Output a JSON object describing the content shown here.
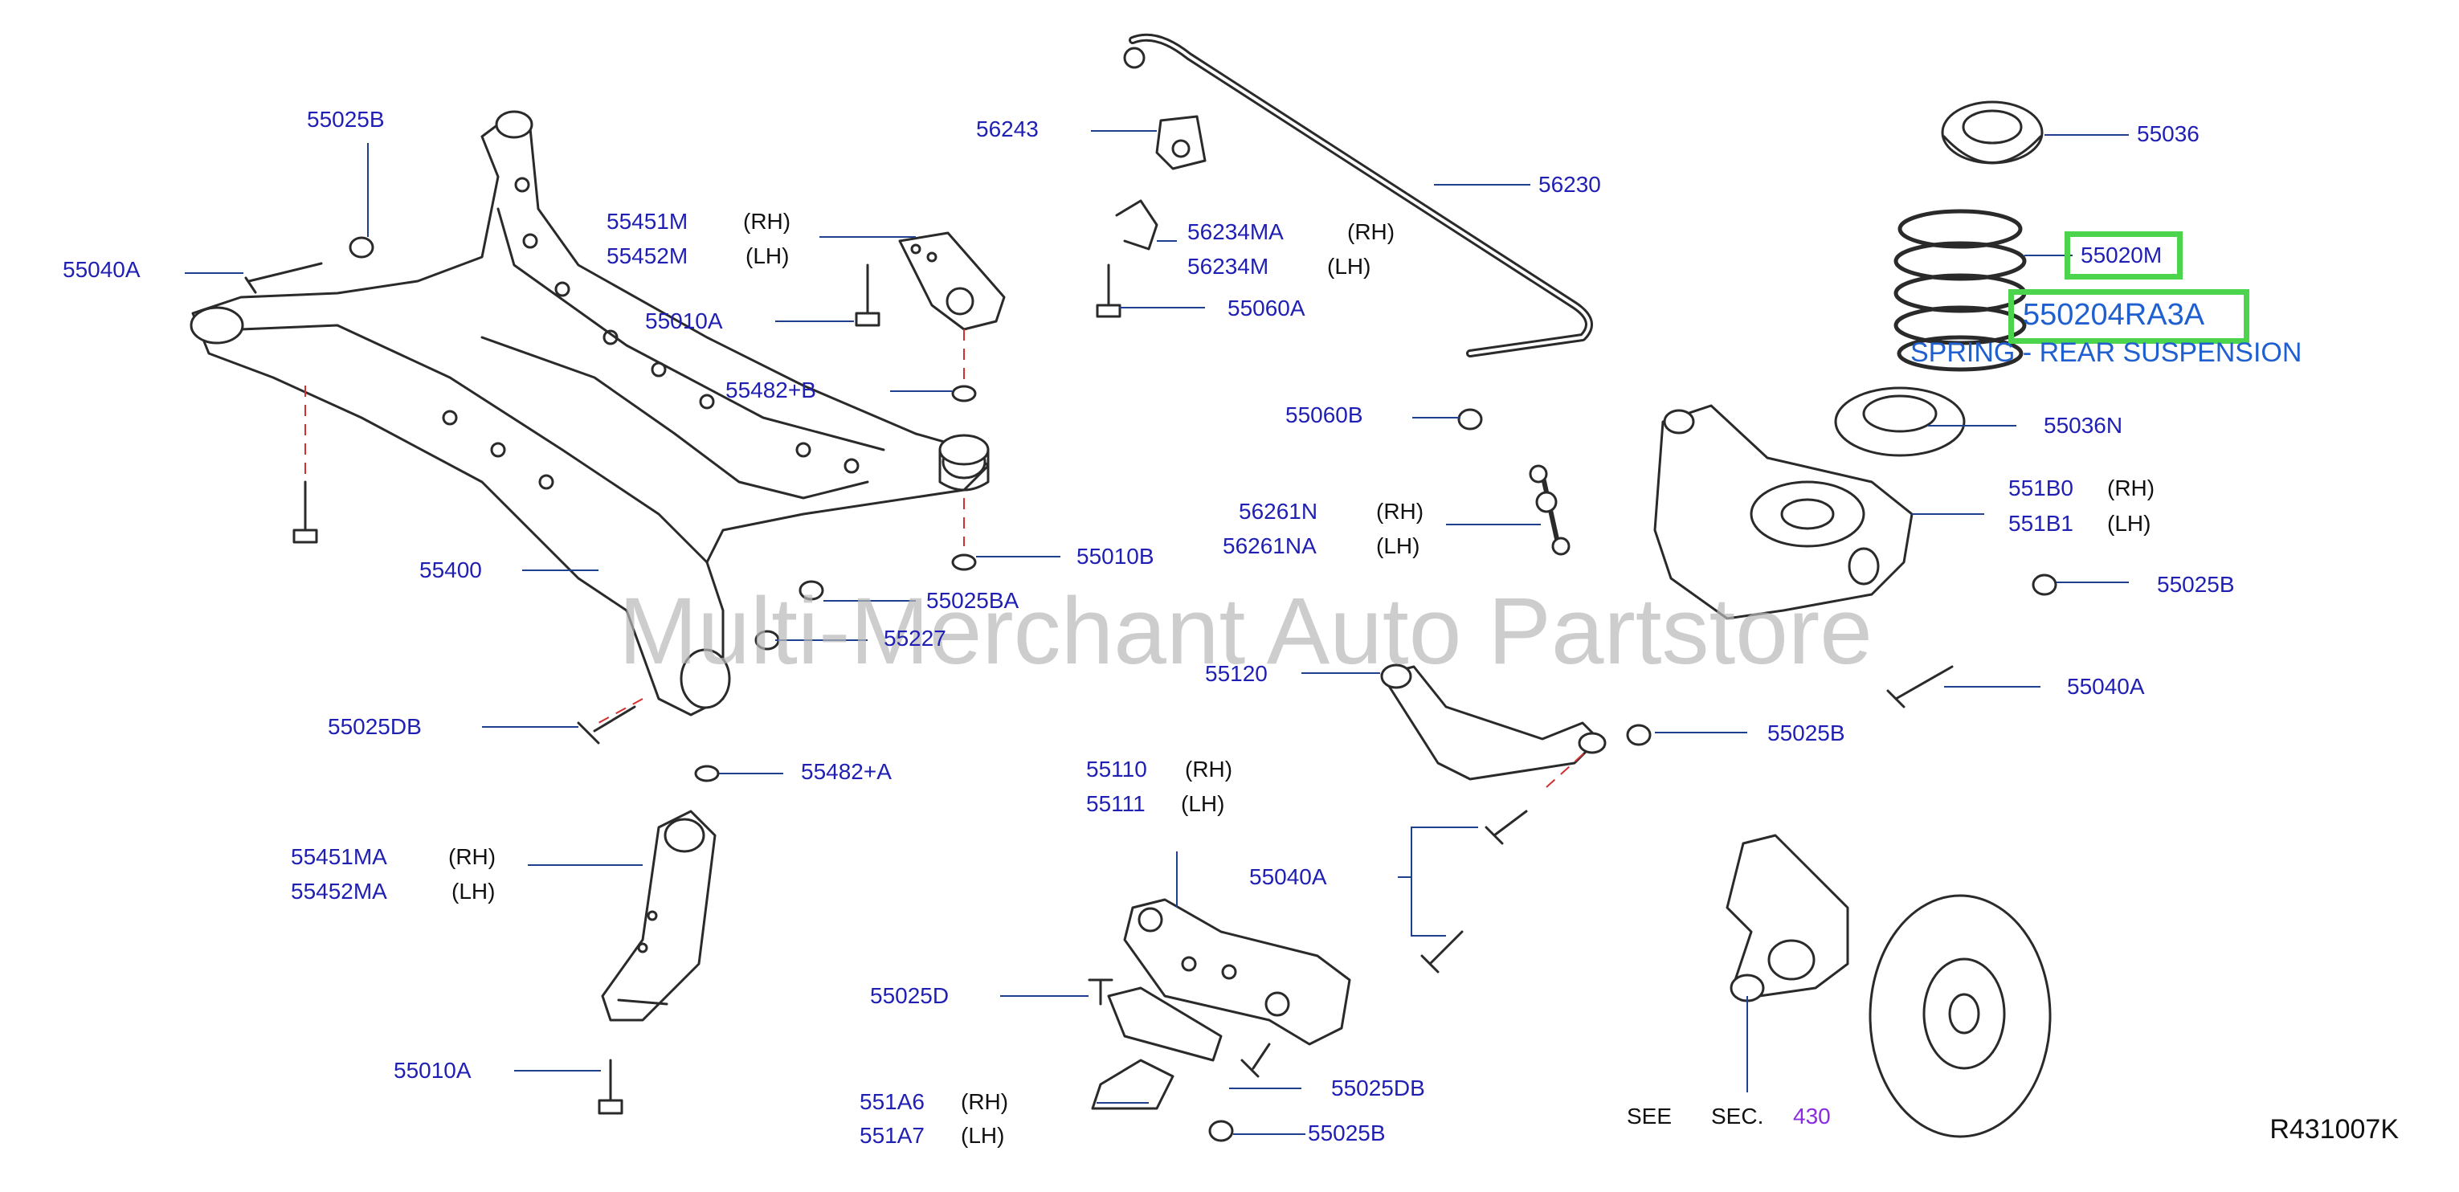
{
  "watermark": "Multi-Merchant Auto Partstore",
  "diagram_ref": "R431007K",
  "highlight": {
    "part": "55020M",
    "alt_part": "550204RA3A",
    "caption": "SPRING - REAR SUSPENSION"
  },
  "reference": {
    "see": "SEE",
    "sec": "SEC.",
    "num": "430"
  },
  "labels": [
    {
      "id": "l1",
      "text": "55025B"
    },
    {
      "id": "l2",
      "text": "55040A"
    },
    {
      "id": "l3",
      "text": "55451M",
      "side": "(RH)"
    },
    {
      "id": "l4",
      "text": "55452M",
      "side": "(LH)"
    },
    {
      "id": "l5",
      "text": "55010A"
    },
    {
      "id": "l6",
      "text": "55482+B"
    },
    {
      "id": "l7",
      "text": "55010B"
    },
    {
      "id": "l8",
      "text": "55400"
    },
    {
      "id": "l9",
      "text": "55025BA"
    },
    {
      "id": "l10",
      "text": "55227"
    },
    {
      "id": "l11",
      "text": "55025DB"
    },
    {
      "id": "l12",
      "text": "55482+A"
    },
    {
      "id": "l13",
      "text": "55451MA",
      "side": "(RH)"
    },
    {
      "id": "l14",
      "text": "55452MA",
      "side": "(LH)"
    },
    {
      "id": "l15",
      "text": "55010A"
    },
    {
      "id": "l16",
      "text": "56243"
    },
    {
      "id": "l17",
      "text": "56230"
    },
    {
      "id": "l18",
      "text": "56234MA",
      "side": "(RH)"
    },
    {
      "id": "l19",
      "text": "56234M",
      "side": "(LH)"
    },
    {
      "id": "l20",
      "text": "55060A"
    },
    {
      "id": "l21",
      "text": "55060B"
    },
    {
      "id": "l22",
      "text": "56261N",
      "side": "(RH)"
    },
    {
      "id": "l23",
      "text": "56261NA",
      "side": "(LH)"
    },
    {
      "id": "l24",
      "text": "55120"
    },
    {
      "id": "l25",
      "text": "55110",
      "side": "(RH)"
    },
    {
      "id": "l26",
      "text": "55111",
      "side": "(LH)"
    },
    {
      "id": "l27",
      "text": "55040A"
    },
    {
      "id": "l28",
      "text": "55025D"
    },
    {
      "id": "l29",
      "text": "551A6",
      "side": "(RH)"
    },
    {
      "id": "l30",
      "text": "551A7",
      "side": "(LH)"
    },
    {
      "id": "l31",
      "text": "55025DB"
    },
    {
      "id": "l32",
      "text": "55025B"
    },
    {
      "id": "l33",
      "text": "55036"
    },
    {
      "id": "l34",
      "text": "55036N"
    },
    {
      "id": "l35",
      "text": "551B0",
      "side": "(RH)"
    },
    {
      "id": "l36",
      "text": "551B1",
      "side": "(LH)"
    },
    {
      "id": "l37",
      "text": "55025B"
    },
    {
      "id": "l38",
      "text": "55040A"
    },
    {
      "id": "l39",
      "text": "55025B"
    }
  ]
}
